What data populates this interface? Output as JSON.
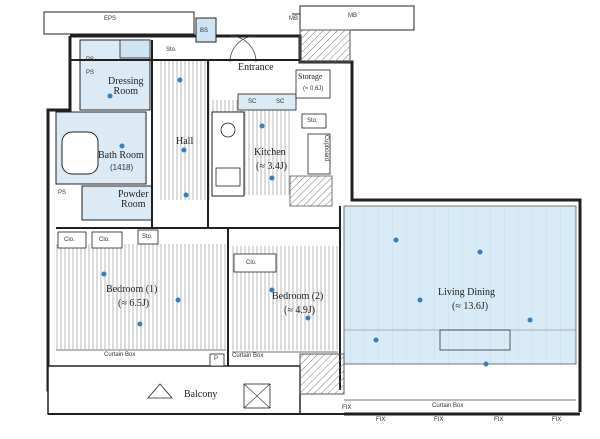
{
  "colors": {
    "wall": "#1f1f1f",
    "floor_stripe": "#8a8a8a",
    "living_blue": "#dcecf6",
    "wet_blue": "#cfe4f2",
    "shaft_grey": "#9a9a9a"
  },
  "labels": {
    "eps": "EPS",
    "mb1": "MB",
    "mb2": "MB",
    "ps1": "PS",
    "ps2": "PS",
    "ps3": "PS",
    "bs": "BS",
    "entrance": "Entrance",
    "dressing_room": "Dressing\nRoom",
    "storage": "Storage",
    "storage_size": "(≈ 0.6J)",
    "hall": "Hall",
    "kitchen": "Kitchen",
    "kitchen_size": "(≈ 3.4J)",
    "bath_room": "Bath Room",
    "bath_size": "(1418)",
    "powder_room": "Powder\nRoom",
    "sto_upper": "Sto.",
    "sto_kitchen": "Sto.",
    "sto_hall": "Sto.",
    "sc1": "SC",
    "sc2": "SC",
    "bedroom1": "Bedroom (1)",
    "bedroom1_size": "(≈ 6.5J)",
    "bedroom2": "Bedroom (2)",
    "bedroom2_size": "(≈ 4.9J)",
    "living_dining": "Living Dining",
    "living_size": "(≈ 13.6J)",
    "clo1": "Clo.",
    "clo2": "Clo.",
    "clo3": "Clo.",
    "balcony": "Balcony",
    "curtain_box1": "Curtain Box",
    "curtain_box2": "Curtain Box",
    "curtain_box3": "Curtain Box",
    "p_mark": "P",
    "fix1": "FIX",
    "fix2": "FIX",
    "fix3": "FIX",
    "fix4": "FIX",
    "fix5": "FIX",
    "cupboard": "Cupboard"
  }
}
